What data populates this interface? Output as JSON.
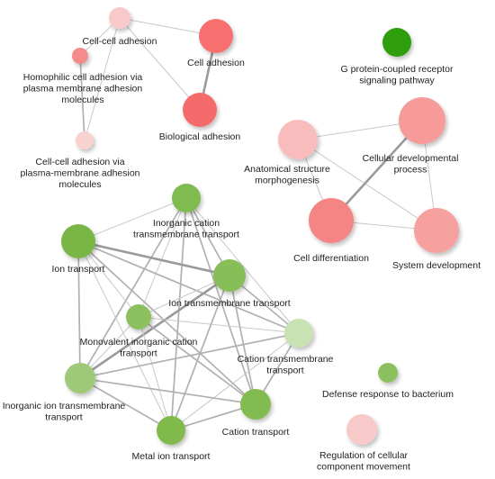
{
  "network": {
    "nodes": [
      {
        "id": "cellcell_top",
        "label": [],
        "color": "#f9c9c9"
      },
      {
        "id": "cellcell",
        "label": [
          "Cell-cell adhesion"
        ],
        "color": "#f6b1b1"
      },
      {
        "id": "cell_adhesion",
        "label": [
          "Cell adhesion"
        ],
        "color": "#f66f6f"
      },
      {
        "id": "homophilic",
        "label": [
          "Homophilic cell adhesion via",
          "plasma membrane adhesion",
          "molecules"
        ],
        "color": "#f58c8c"
      },
      {
        "id": "bio_adhesion",
        "label": [
          "Biological adhesion"
        ],
        "color": "#f56b6b"
      },
      {
        "id": "cellcell_pm",
        "label": [
          "Cell-cell adhesion via",
          "plasma-membrane adhesion",
          "molecules"
        ],
        "color": "#f9d1d1"
      },
      {
        "id": "gpcr",
        "label": [
          "G protein-coupled receptor",
          "signaling pathway"
        ],
        "color": "#2e9e0e"
      },
      {
        "id": "anat",
        "label": [
          "Anatomical structure",
          "morphogenesis"
        ],
        "color": "#f8bcbc"
      },
      {
        "id": "cell_dev",
        "label": [
          "Cellular developmental",
          "process"
        ],
        "color": "#f69a9a"
      },
      {
        "id": "cell_diff",
        "label": [
          "Cell differentiation"
        ],
        "color": "#f58585"
      },
      {
        "id": "sys_dev",
        "label": [
          "System development"
        ],
        "color": "#f7a0a0"
      },
      {
        "id": "inorg_cat_tm",
        "label": [
          "Inorganic cation",
          "transmembrane transport"
        ],
        "color": "#80bb50"
      },
      {
        "id": "ion_transport",
        "label": [
          "Ion transport"
        ],
        "color": "#79b645"
      },
      {
        "id": "ion_tm",
        "label": [
          "Ion transmembrane transport"
        ],
        "color": "#87be59"
      },
      {
        "id": "monovalent",
        "label": [
          "Monovalent inorganic cation",
          "transport"
        ],
        "color": "#8cc05e"
      },
      {
        "id": "cation_tm",
        "label": [
          "Cation transmembrane",
          "transport"
        ],
        "color": "#c9e2b4"
      },
      {
        "id": "inorg_ion_tm",
        "label": [
          "Inorganic ion transmembrane",
          "transport"
        ],
        "color": "#9ec978"
      },
      {
        "id": "defense",
        "label": [
          "Defense response to bacterium"
        ],
        "color": "#8cc05e"
      },
      {
        "id": "cation_transport",
        "label": [
          "Cation transport"
        ],
        "color": "#82bb50"
      },
      {
        "id": "metal_ion",
        "label": [
          "Metal ion transport"
        ],
        "color": "#7fba4c"
      },
      {
        "id": "regulation",
        "label": [
          "Regulation of cellular",
          "component movement"
        ],
        "color": "#f8c9c9"
      }
    ],
    "edges": [
      {
        "s": "cellcell_top",
        "t": "cell_adhesion",
        "w": 1
      },
      {
        "s": "cellcell_top",
        "t": "homophilic",
        "w": 1
      },
      {
        "s": "cellcell_top",
        "t": "bio_adhesion",
        "w": 1
      },
      {
        "s": "homophilic",
        "t": "cellcell_pm",
        "w": 2
      },
      {
        "s": "cellcell_top",
        "t": "cellcell_pm",
        "w": 1
      },
      {
        "s": "cell_adhesion",
        "t": "bio_adhesion",
        "w": 3
      },
      {
        "s": "anat",
        "t": "cell_dev",
        "w": 1
      },
      {
        "s": "anat",
        "t": "cell_diff",
        "w": 1
      },
      {
        "s": "anat",
        "t": "sys_dev",
        "w": 1
      },
      {
        "s": "cell_dev",
        "t": "cell_diff",
        "w": 3
      },
      {
        "s": "cell_dev",
        "t": "sys_dev",
        "w": 1
      },
      {
        "s": "cell_diff",
        "t": "sys_dev",
        "w": 1
      },
      {
        "s": "inorg_cat_tm",
        "t": "ion_transport",
        "w": 1
      },
      {
        "s": "inorg_cat_tm",
        "t": "ion_tm",
        "w": 2
      },
      {
        "s": "inorg_cat_tm",
        "t": "monovalent",
        "w": 1
      },
      {
        "s": "inorg_cat_tm",
        "t": "cation_tm",
        "w": 1
      },
      {
        "s": "inorg_cat_tm",
        "t": "inorg_ion_tm",
        "w": 2
      },
      {
        "s": "inorg_cat_tm",
        "t": "cation_transport",
        "w": 2
      },
      {
        "s": "inorg_cat_tm",
        "t": "metal_ion",
        "w": 2
      },
      {
        "s": "ion_transport",
        "t": "ion_tm",
        "w": 3
      },
      {
        "s": "ion_transport",
        "t": "monovalent",
        "w": 1
      },
      {
        "s": "ion_transport",
        "t": "cation_tm",
        "w": 2
      },
      {
        "s": "ion_transport",
        "t": "inorg_ion_tm",
        "w": 2
      },
      {
        "s": "ion_transport",
        "t": "cation_transport",
        "w": 2
      },
      {
        "s": "ion_transport",
        "t": "metal_ion",
        "w": 1
      },
      {
        "s": "ion_tm",
        "t": "monovalent",
        "w": 1
      },
      {
        "s": "ion_tm",
        "t": "cation_tm",
        "w": 2
      },
      {
        "s": "ion_tm",
        "t": "inorg_ion_tm",
        "w": 3
      },
      {
        "s": "ion_tm",
        "t": "cation_transport",
        "w": 2
      },
      {
        "s": "ion_tm",
        "t": "metal_ion",
        "w": 2
      },
      {
        "s": "monovalent",
        "t": "cation_tm",
        "w": 1
      },
      {
        "s": "monovalent",
        "t": "inorg_ion_tm",
        "w": 1
      },
      {
        "s": "monovalent",
        "t": "cation_transport",
        "w": 2
      },
      {
        "s": "monovalent",
        "t": "metal_ion",
        "w": 1
      },
      {
        "s": "cation_tm",
        "t": "inorg_ion_tm",
        "w": 2
      },
      {
        "s": "cation_tm",
        "t": "cation_transport",
        "w": 2
      },
      {
        "s": "cation_tm",
        "t": "metal_ion",
        "w": 1
      },
      {
        "s": "inorg_ion_tm",
        "t": "cation_transport",
        "w": 2
      },
      {
        "s": "inorg_ion_tm",
        "t": "metal_ion",
        "w": 2
      },
      {
        "s": "cation_transport",
        "t": "metal_ion",
        "w": 2
      }
    ]
  }
}
